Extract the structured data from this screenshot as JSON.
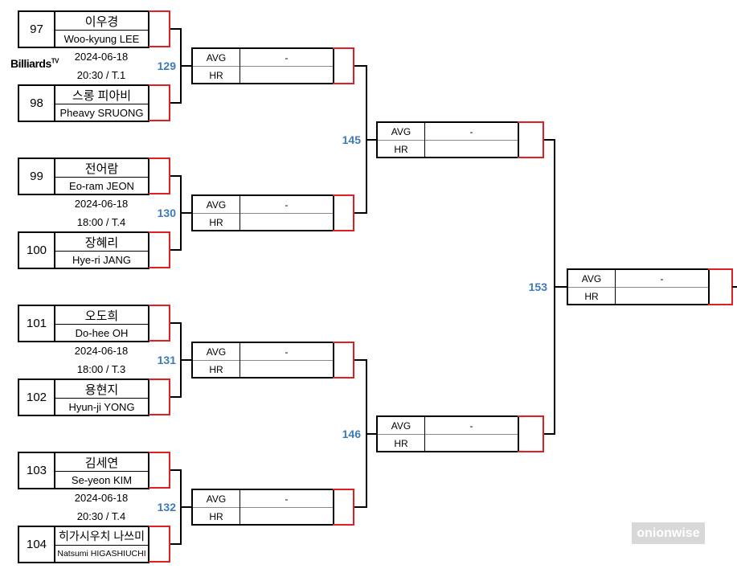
{
  "brand": {
    "logo_text": "Billiards",
    "logo_super": "TV",
    "watermark": "onionwise"
  },
  "players": [
    {
      "seed": "97",
      "name_kr": "이우경",
      "name_en": "Woo-kyung LEE"
    },
    {
      "seed": "98",
      "name_kr": "스롱 피아비",
      "name_en": "Pheavy SRUONG"
    },
    {
      "seed": "99",
      "name_kr": "전어람",
      "name_en": "Eo-ram JEON"
    },
    {
      "seed": "100",
      "name_kr": "장혜리",
      "name_en": "Hye-ri JANG"
    },
    {
      "seed": "101",
      "name_kr": "오도희",
      "name_en": "Do-hee OH"
    },
    {
      "seed": "102",
      "name_kr": "용현지",
      "name_en": "Hyun-ji YONG"
    },
    {
      "seed": "103",
      "name_kr": "김세연",
      "name_en": "Se-yeon KIM"
    },
    {
      "seed": "104",
      "name_kr": "히가시우치 나쓰미",
      "name_en": "Natsumi HIGASHIUCHI"
    }
  ],
  "match_info": [
    {
      "date": "2024-06-18",
      "time": "20:30 / T.1"
    },
    {
      "date": "2024-06-18",
      "time": "18:00 / T.4"
    },
    {
      "date": "2024-06-18",
      "time": "18:00 / T.3"
    },
    {
      "date": "2024-06-18",
      "time": "20:30 / T.4"
    }
  ],
  "match_numbers": [
    "129",
    "130",
    "131",
    "132",
    "145",
    "146",
    "153"
  ],
  "result_labels": {
    "avg": "AVG",
    "hr": "HR",
    "value": "-"
  }
}
